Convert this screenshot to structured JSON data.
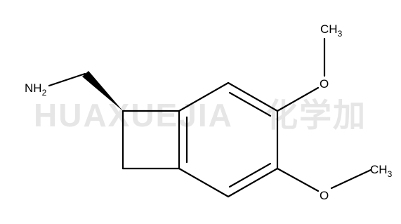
{
  "watermark": {
    "latin": "HUAXUEJIA",
    "chinese": "化学加"
  },
  "molecule": {
    "atoms": {
      "amine": {
        "main": "NH",
        "sub": "2"
      },
      "methyl_top": {
        "main": "CH",
        "sub": "3"
      },
      "oxygen_top": {
        "main": "O"
      },
      "oxygen_bottom": {
        "main": "O"
      },
      "methyl_bottom": {
        "main": "CH",
        "sub": "3"
      }
    },
    "colors": {
      "ink": "#000000",
      "watermark": "#e6e6e6",
      "background": "#ffffff"
    }
  }
}
